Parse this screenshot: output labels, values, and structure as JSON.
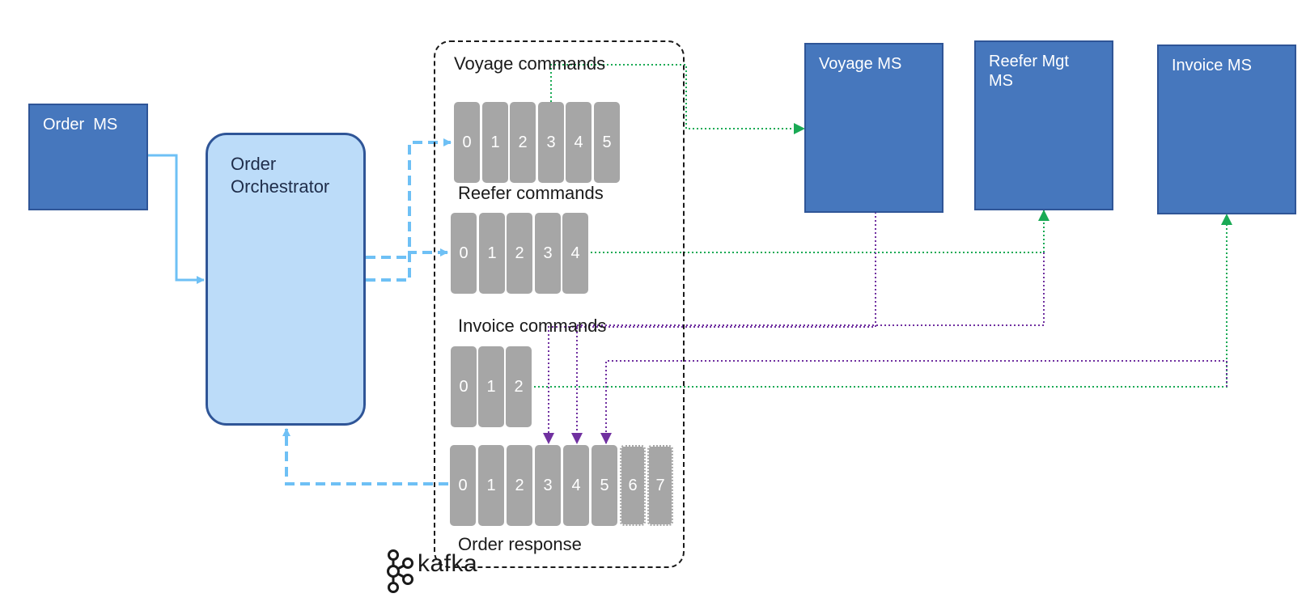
{
  "services": {
    "order_ms": "Order  MS",
    "voyage_ms": "Voyage MS",
    "reefer_ms": "Reefer Mgt\nMS",
    "invoice_ms": "Invoice MS"
  },
  "orchestrator": {
    "label": "Order\nOrchestrator"
  },
  "topics": {
    "voyage_commands": {
      "title": "Voyage commands",
      "partitions": [
        "0",
        "1",
        "2",
        "3",
        "4",
        "5"
      ]
    },
    "reefer_commands": {
      "title": "Reefer commands",
      "partitions": [
        "0",
        "1",
        "2",
        "3",
        "4"
      ]
    },
    "invoice_commands": {
      "title": "Invoice commands",
      "partitions": [
        "0",
        "1",
        "2"
      ]
    },
    "order_response": {
      "title": "Order response",
      "partitions": [
        "0",
        "1",
        "2",
        "3",
        "4",
        "5"
      ],
      "extra_partitions": [
        "6",
        "7"
      ]
    }
  },
  "logo": {
    "text": "kafka"
  },
  "colors": {
    "service_fill": "#4677bd",
    "service_border": "#2f5597",
    "orchestrator_fill": "#bcdcf9",
    "partition_fill": "#a6a6a6",
    "blue_arrow": "#6ec0f5",
    "green_dotted": "#1aaa55",
    "purple_dotted": "#7030a0"
  }
}
